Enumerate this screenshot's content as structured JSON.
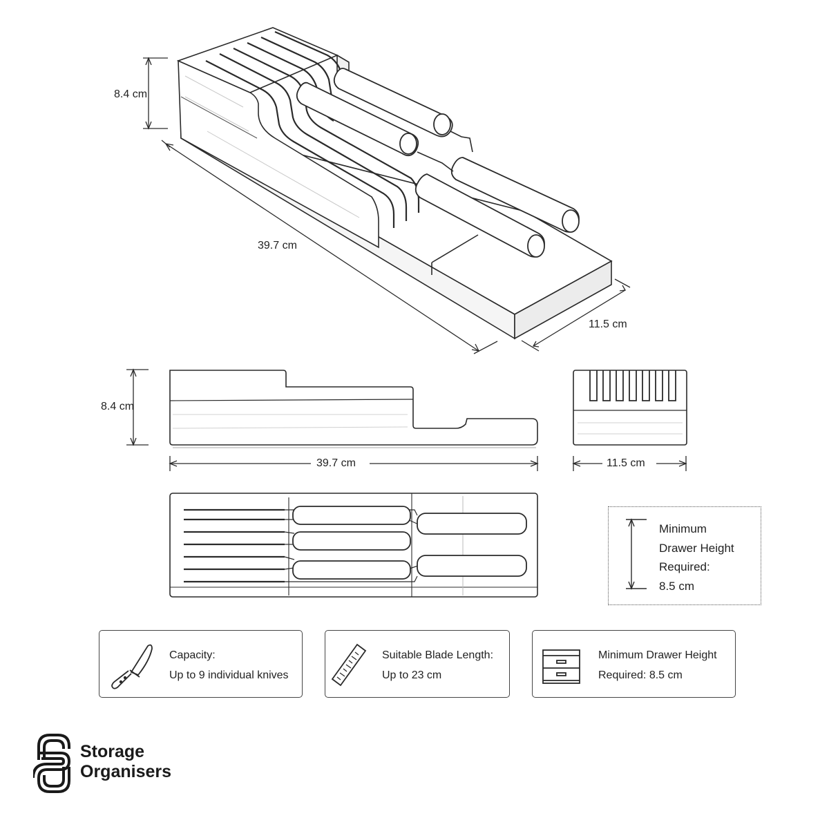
{
  "dimensions": {
    "iso_height": "8.4 cm",
    "iso_length": "39.7 cm",
    "iso_width": "11.5 cm",
    "side_height": "8.4 cm",
    "side_length": "39.7 cm",
    "front_width": "11.5 cm"
  },
  "drawer_note": {
    "lines": [
      "Minimum",
      "Drawer Height",
      "Required:",
      "8.5 cm"
    ]
  },
  "features": [
    {
      "icon": "knife-icon",
      "line1": "Capacity:",
      "line2": "Up to 9 individual knives"
    },
    {
      "icon": "ruler-icon",
      "line1": "Suitable Blade Length:",
      "line2": "Up to 23 cm"
    },
    {
      "icon": "drawer-icon",
      "line1": "Minimum Drawer Height",
      "line2": "Required: 8.5 cm"
    }
  ],
  "brand": {
    "line1": "Storage",
    "line2": "Organisers"
  },
  "colors": {
    "line": "#2a2a2a",
    "fill": "#ffffff",
    "shade": "#f0f0f0"
  }
}
